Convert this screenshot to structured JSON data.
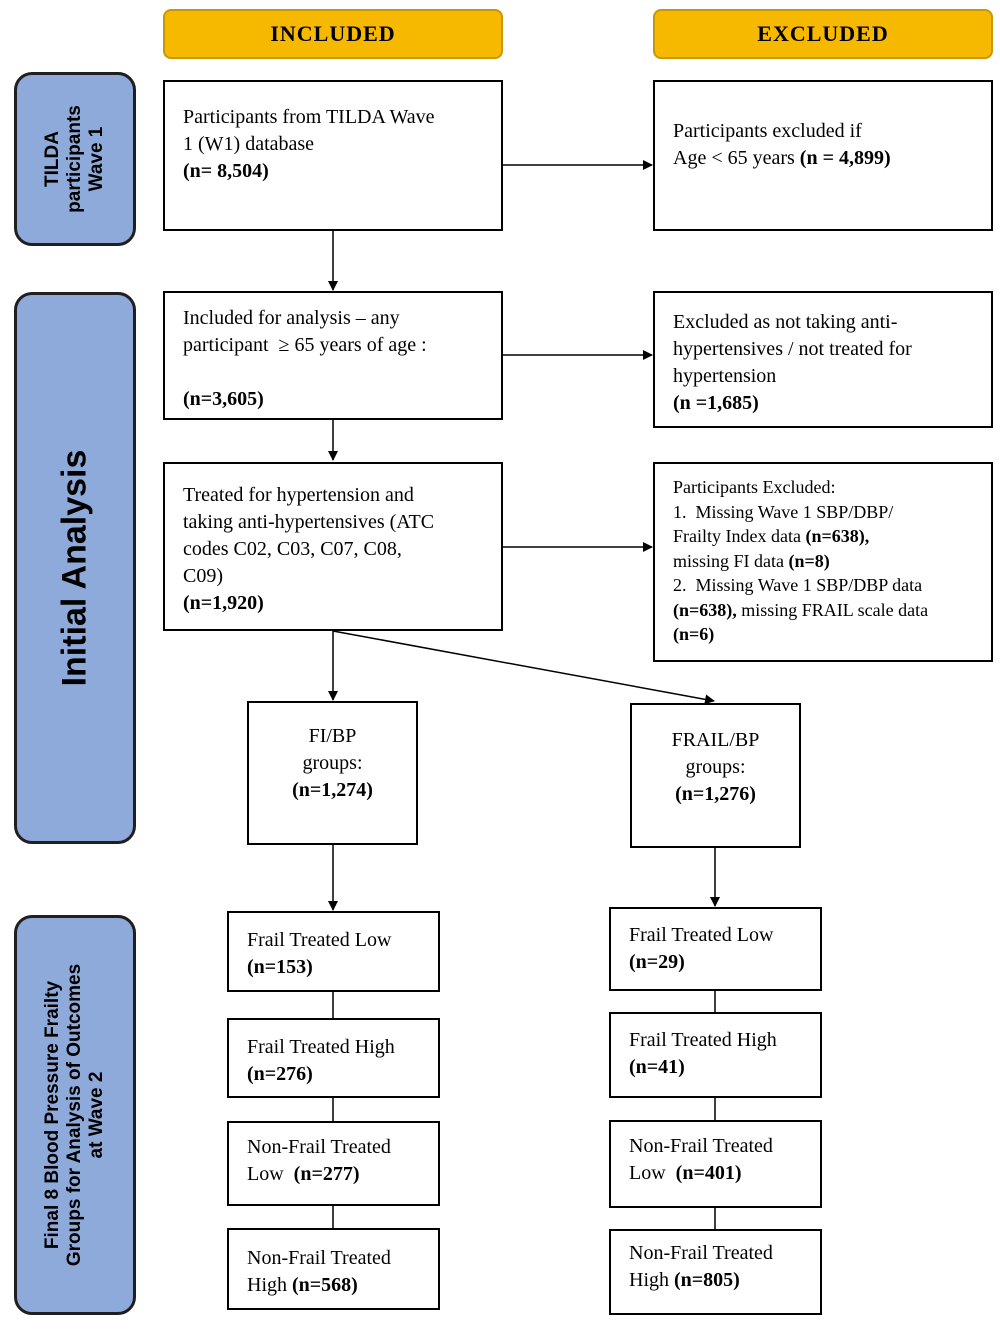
{
  "headers": {
    "included": "INCLUDED",
    "excluded": "EXCLUDED"
  },
  "side_labels": {
    "tilda_line1": "TILDA",
    "tilda_line2": "participants",
    "tilda_line3": "Wave 1",
    "initial": "Initial Analysis",
    "final_line1": "Final 8 Blood Pressure Frailty",
    "final_line2": "Groups for Analysis of Outcomes",
    "final_line3": "at Wave 2"
  },
  "boxes": {
    "participants": {
      "line1": "Participants from TILDA Wave",
      "line2": "1 (W1) database",
      "count": "(n= 8,504)"
    },
    "excluded_age": {
      "line1": "Participants excluded if",
      "line2": "Age < 65 years ",
      "count": "(n = 4,899)"
    },
    "included_analysis": {
      "line1": "Included for analysis – any",
      "line2": "participant  ≥ 65 years of age :",
      "count": "(n=3,605)"
    },
    "excluded_untreated": {
      "line1": "Excluded as not taking anti-",
      "line2": "hypertensives / not treated for",
      "line3": "hypertension",
      "count": "(n =1,685)"
    },
    "treated": {
      "line1": "Treated for hypertension and",
      "line2": "taking anti-hypertensives (ATC",
      "line3": "codes C02, C03, C07, C08,",
      "line4": "C09)",
      "count": "(n=1,920)"
    },
    "excluded_missing": {
      "title": "Participants Excluded:",
      "l1": "1.  Missing Wave 1 SBP/DBP/",
      "l2a": "Frailty Index data ",
      "l2b": "(n=638),",
      "l3a": "missing FI data ",
      "l3b": "(n=8)",
      "l4": "2.  Missing Wave 1 SBP/DBP data",
      "l5a": "(n=638),",
      "l5b": " missing FRAIL scale data",
      "l6": "(n=6)"
    },
    "fi_bp": {
      "line1": "FI/BP",
      "line2": "groups:",
      "count": "(n=1,274)"
    },
    "frail_bp": {
      "line1": "FRAIL/BP",
      "line2": "groups:",
      "count": "(n=1,276)"
    }
  },
  "fi_groups": [
    {
      "line1": "Frail Treated Low",
      "line2": "",
      "count": "(n=153)"
    },
    {
      "line1": "Frail Treated High",
      "line2": "",
      "count": "(n=276)"
    },
    {
      "line1": "Non-Frail Treated",
      "line2": "Low  ",
      "count": "(n=277)"
    },
    {
      "line1": "Non-Frail Treated",
      "line2": "High ",
      "count": "(n=568)"
    }
  ],
  "frail_groups": [
    {
      "line1": "Frail Treated Low",
      "line2": "",
      "count": "(n=29)"
    },
    {
      "line1": "Frail Treated High",
      "line2": "",
      "count": "(n=41)"
    },
    {
      "line1": "Non-Frail Treated",
      "line2": "Low  ",
      "count": "(n=401)"
    },
    {
      "line1": "Non-Frail Treated",
      "line2": "High ",
      "count": "(n=805)"
    }
  ],
  "colors": {
    "header_fill": "#f7b900",
    "side_fill": "#8eaadb",
    "border": "#000000"
  }
}
